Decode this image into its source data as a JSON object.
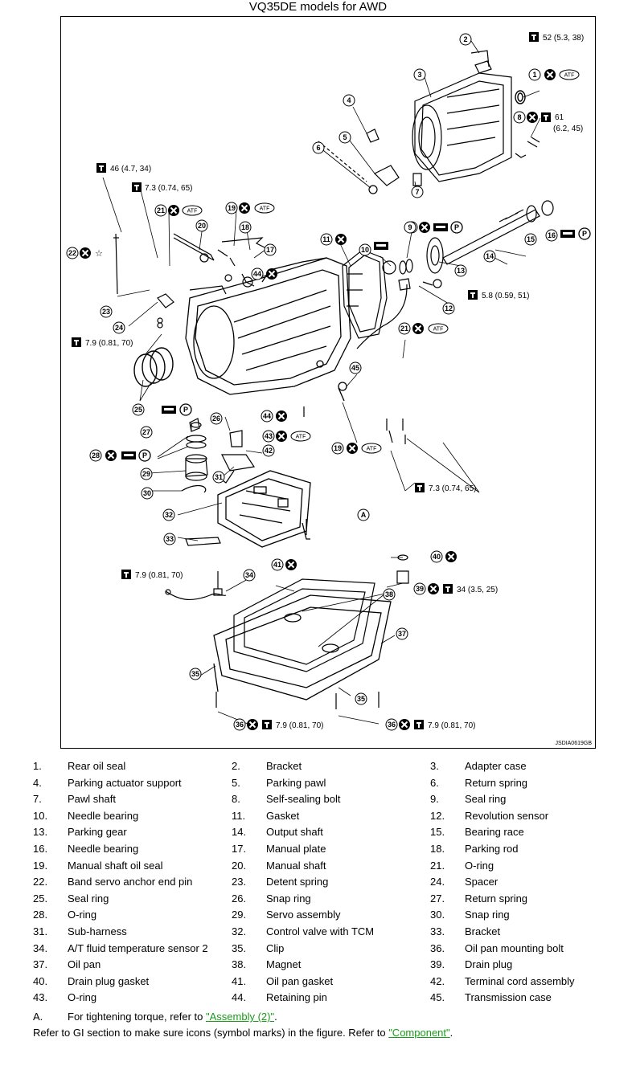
{
  "title": "VQ35DE models for AWD",
  "figure_code": "JSDIA0619GB",
  "torque_labels": [
    {
      "id": "t1",
      "text": "52 (5.3, 38)"
    },
    {
      "id": "t2",
      "text": "61"
    },
    {
      "id": "t3",
      "text": "(6.2, 45)"
    },
    {
      "id": "t4",
      "text": "46 (4.7, 34)"
    },
    {
      "id": "t5",
      "text": "7.3 (0.74, 65)"
    },
    {
      "id": "t6",
      "text": "5.8 (0.59, 51)"
    },
    {
      "id": "t7",
      "text": "7.9 (0.81, 70)"
    },
    {
      "id": "t8",
      "text": "7.3 (0.74, 65)"
    },
    {
      "id": "t9",
      "text": "7.9 (0.81, 70)"
    },
    {
      "id": "t10",
      "text": "34 (3.5, 25)"
    },
    {
      "id": "t11",
      "text": "7.9 (0.81, 70)"
    },
    {
      "id": "t12",
      "text": "7.9 (0.81, 70)"
    }
  ],
  "atf_label": "ATF",
  "p_label": "P",
  "callout_a": "A",
  "legend": [
    {
      "num": "1.",
      "label": "Rear oil seal"
    },
    {
      "num": "2.",
      "label": "Bracket"
    },
    {
      "num": "3.",
      "label": "Adapter case"
    },
    {
      "num": "4.",
      "label": "Parking actuator support"
    },
    {
      "num": "5.",
      "label": "Parking pawl"
    },
    {
      "num": "6.",
      "label": "Return spring"
    },
    {
      "num": "7.",
      "label": "Pawl shaft"
    },
    {
      "num": "8.",
      "label": "Self-sealing bolt"
    },
    {
      "num": "9.",
      "label": "Seal ring"
    },
    {
      "num": "10.",
      "label": "Needle bearing"
    },
    {
      "num": "11.",
      "label": "Gasket"
    },
    {
      "num": "12.",
      "label": "Revolution sensor"
    },
    {
      "num": "13.",
      "label": "Parking gear"
    },
    {
      "num": "14.",
      "label": "Output shaft"
    },
    {
      "num": "15.",
      "label": "Bearing race"
    },
    {
      "num": "16.",
      "label": "Needle bearing"
    },
    {
      "num": "17.",
      "label": "Manual plate"
    },
    {
      "num": "18.",
      "label": "Parking rod"
    },
    {
      "num": "19.",
      "label": "Manual shaft oil seal"
    },
    {
      "num": "20.",
      "label": "Manual shaft"
    },
    {
      "num": "21.",
      "label": "O-ring"
    },
    {
      "num": "22.",
      "label": "Band servo anchor end pin"
    },
    {
      "num": "23.",
      "label": "Detent spring"
    },
    {
      "num": "24.",
      "label": "Spacer"
    },
    {
      "num": "25.",
      "label": "Seal ring"
    },
    {
      "num": "26.",
      "label": "Snap ring"
    },
    {
      "num": "27.",
      "label": "Return spring"
    },
    {
      "num": "28.",
      "label": "O-ring"
    },
    {
      "num": "29.",
      "label": "Servo assembly"
    },
    {
      "num": "30.",
      "label": "Snap ring"
    },
    {
      "num": "31.",
      "label": "Sub-harness"
    },
    {
      "num": "32.",
      "label": "Control valve with TCM"
    },
    {
      "num": "33.",
      "label": "Bracket"
    },
    {
      "num": "34.",
      "label": "A/T fluid temperature sensor 2"
    },
    {
      "num": "35.",
      "label": "Clip"
    },
    {
      "num": "36.",
      "label": "Oil pan mounting bolt"
    },
    {
      "num": "37.",
      "label": "Oil pan"
    },
    {
      "num": "38.",
      "label": "Magnet"
    },
    {
      "num": "39.",
      "label": "Drain plug"
    },
    {
      "num": "40.",
      "label": "Drain plug gasket"
    },
    {
      "num": "41.",
      "label": "Oil pan gasket"
    },
    {
      "num": "42.",
      "label": "Terminal cord assembly"
    },
    {
      "num": "43.",
      "label": "O-ring"
    },
    {
      "num": "44.",
      "label": "Retaining pin"
    },
    {
      "num": "45.",
      "label": "Transmission case"
    }
  ],
  "notes": {
    "a_letter": "A.",
    "a_text": "For tightening torque, refer to",
    "a_link": "\"Assembly (2)\"",
    "a_end": ".",
    "gi_text": "Refer to GI section to make sure icons (symbol marks) in the figure. Refer to",
    "gi_link": "\"Component\"",
    "gi_end": "."
  },
  "colors": {
    "link": "#1a9a1a",
    "line": "#000000"
  }
}
